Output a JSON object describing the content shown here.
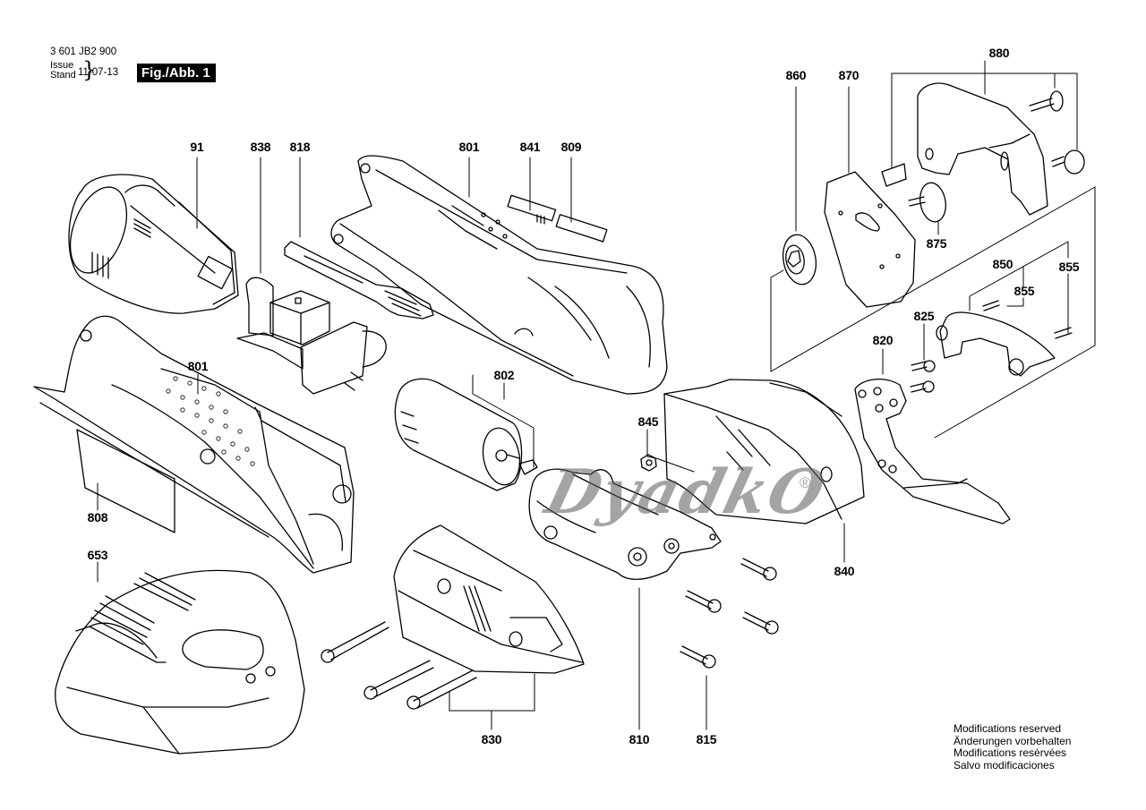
{
  "header": {
    "doc_number": "3 601 JB2 900",
    "issue_label": "Issue",
    "stand_label": "Stand",
    "issue_date": "11-07-13",
    "figure_badge": "Fig./Abb. 1"
  },
  "footer": {
    "modifications": [
      "Modifications reserved",
      "Änderungen vorbehalten",
      "Modifications resérvées",
      "Salvo modificaciones"
    ]
  },
  "watermark": {
    "text": "DyadkO",
    "registered_mark": "®"
  },
  "part_labels": {
    "battery": "91",
    "switch_unit": "838",
    "slide_switch": "818",
    "housing_top": "801",
    "label_841": "841",
    "label_809": "809",
    "spindle_860": "860",
    "plate_870": "870",
    "guard_880": "880",
    "bolt_875": "875",
    "bracket_850": "850",
    "screw_855_a": "855",
    "screw_855_b": "855",
    "screw_825": "825",
    "guide_820": "820",
    "housing_bottom": "801",
    "motor_802": "802",
    "nut_845": "845",
    "nameplate_808": "808",
    "charger_653": "653",
    "cover_840": "840",
    "screws_830": "830",
    "gearhead_810": "810",
    "screws_815": "815"
  },
  "colors": {
    "line": "#000000",
    "background": "#ffffff",
    "badge_bg": "#000000",
    "badge_fg": "#ffffff",
    "watermark": "#6a6a6a"
  }
}
